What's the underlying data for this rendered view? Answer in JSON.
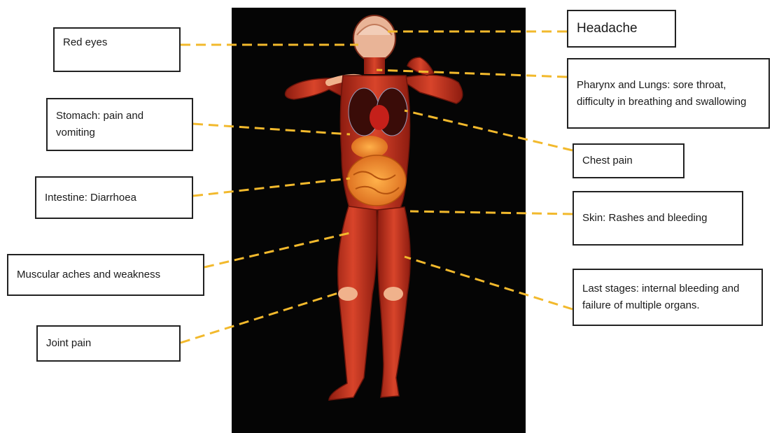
{
  "labels": {
    "red_eyes": "Red eyes",
    "headache": "Headache",
    "pharynx_lungs": "Pharynx and Lungs: sore throat, difficulty in breathing and swallowing",
    "stomach": "Stomach: pain and vomiting",
    "chest_pain": "Chest pain",
    "intestine": "Intestine: Diarrhoea",
    "skin": "Skin: Rashes and bleeding",
    "muscular": "Muscular aches and weakness",
    "last_stages": "Last stages: internal bleeding and failure of multiple organs.",
    "joint_pain": "Joint pain"
  },
  "colors": {
    "leader_line": "#f2b92c",
    "body_panel": "#050505",
    "muscle": "#c8321e",
    "muscle_dark": "#8e1c10",
    "skin_highlight": "#f0b28c",
    "organs": "#f08a1e"
  }
}
